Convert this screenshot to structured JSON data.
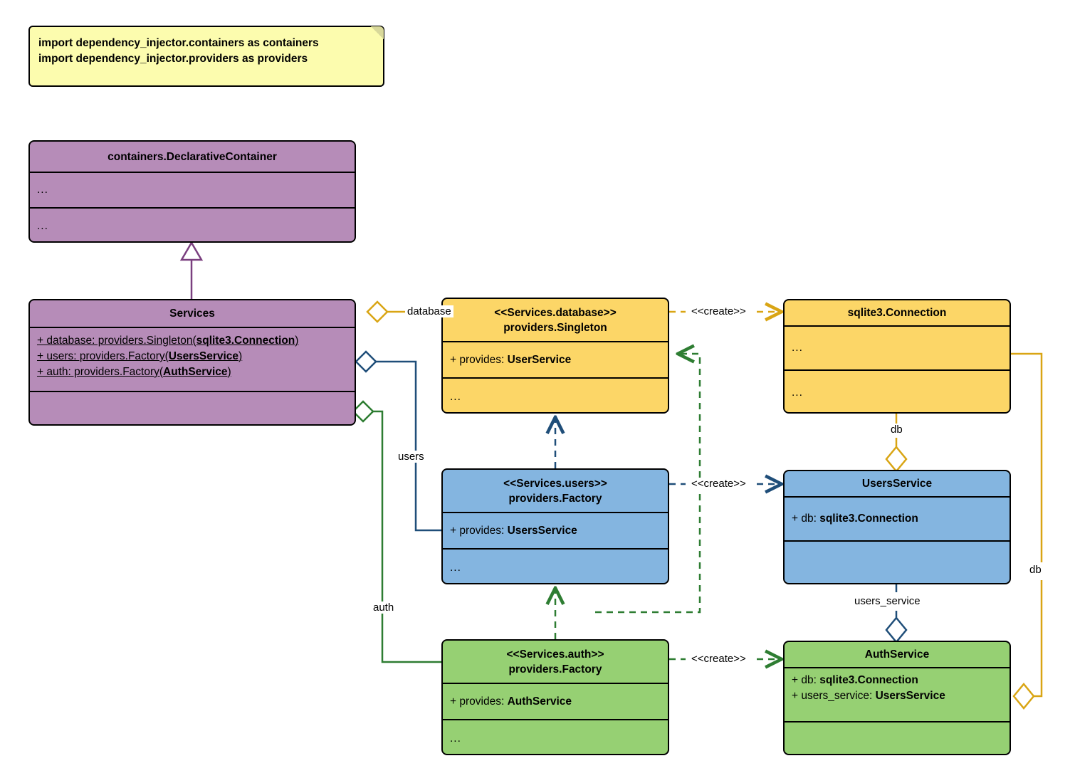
{
  "diagram": {
    "kind": "uml-class-diagram",
    "title": "dependency_injector Services container",
    "colors": {
      "note_fill": "#fcfcae",
      "container_fill": "#b68cb8",
      "container_stroke": "#7a3f7f",
      "database_fill": "#fcd667",
      "database_stroke": "#d9a514",
      "users_fill": "#84b5e0",
      "users_stroke": "#1f4e79",
      "auth_fill": "#96d073",
      "auth_stroke": "#2e7d32",
      "border": "#000000"
    }
  },
  "note": {
    "name": "imports-note",
    "lines": [
      "import dependency_injector.containers as containers",
      "import dependency_injector.providers as providers"
    ],
    "text": "import dependency_injector.containers as containers\nimport dependency_injector.providers as providers"
  },
  "classes": {
    "declarative_container": {
      "title": "containers.DeclarativeContainer",
      "attributes": "...",
      "methods": "..."
    },
    "services": {
      "title": "Services",
      "attributes": [
        {
          "prefix": "+ database: providers.Singleton(",
          "type": "sqlite3.Connection",
          "suffix": ")"
        },
        {
          "prefix": "+ users: providers.Factory(",
          "type": "UsersService",
          "suffix": ")"
        },
        {
          "prefix": "+ auth: providers.Factory(",
          "type": "AuthService",
          "suffix": ")"
        }
      ],
      "methods": ""
    },
    "database_provider": {
      "stereotype": "<<Services.database>>",
      "title": "providers.Singleton",
      "attribute": "+ provides: ",
      "attribute_type": "UserService",
      "methods": "..."
    },
    "users_provider": {
      "stereotype": "<<Services.users>>",
      "title": "providers.Factory",
      "attribute": "+ provides: ",
      "attribute_type": "UsersService",
      "methods": "..."
    },
    "auth_provider": {
      "stereotype": "<<Services.auth>>",
      "title": "providers.Factory",
      "attribute": "+ provides: ",
      "attribute_type": "AuthService",
      "methods": "..."
    },
    "sqlite_connection": {
      "title": "sqlite3.Connection",
      "attributes": "...",
      "methods": "..."
    },
    "users_service": {
      "title": "UsersService",
      "attributes": [
        {
          "prefix": "+ db: ",
          "type": "sqlite3.Connection"
        }
      ],
      "methods": ""
    },
    "auth_service": {
      "title": "AuthService",
      "attributes": [
        {
          "prefix": "+ db: ",
          "type": "sqlite3.Connection"
        },
        {
          "prefix": "+ users_service: ",
          "type": "UsersService"
        }
      ],
      "methods": ""
    }
  },
  "relations": [
    {
      "id": "generalization",
      "from": "Services",
      "to": "containers.DeclarativeContainer",
      "type": "generalization",
      "label": "",
      "color": "#7a3f7f"
    },
    {
      "id": "services-database",
      "from": "Services",
      "to": "<<Services.database>>",
      "type": "aggregation",
      "label": "database",
      "color": "#d9a514"
    },
    {
      "id": "services-users",
      "from": "Services",
      "to": "<<Services.users>>",
      "type": "aggregation",
      "label": "users",
      "color": "#1f4e79"
    },
    {
      "id": "services-auth",
      "from": "Services",
      "to": "<<Services.auth>>",
      "type": "aggregation",
      "label": "auth",
      "color": "#2e7d32"
    },
    {
      "id": "database-creates-connection",
      "from": "<<Services.database>>",
      "to": "sqlite3.Connection",
      "type": "dependency",
      "label": "<<create>>",
      "color": "#d9a514"
    },
    {
      "id": "users-creates-usersservice",
      "from": "<<Services.users>>",
      "to": "UsersService",
      "type": "dependency",
      "label": "<<create>>",
      "color": "#1f4e79"
    },
    {
      "id": "auth-creates-authservice",
      "from": "<<Services.auth>>",
      "to": "AuthService",
      "type": "dependency",
      "label": "<<create>>",
      "color": "#2e7d32"
    },
    {
      "id": "users-uses-database",
      "from": "<<Services.users>>",
      "to": "<<Services.database>>",
      "type": "dependency",
      "label": "",
      "color": "#1f4e79"
    },
    {
      "id": "auth-uses-users",
      "from": "<<Services.auth>>",
      "to": "<<Services.users>>",
      "type": "dependency",
      "label": "",
      "color": "#2e7d32"
    },
    {
      "id": "auth-uses-database",
      "from": "<<Services.auth>>",
      "to": "<<Services.database>>",
      "type": "dependency",
      "label": "",
      "color": "#2e7d32"
    },
    {
      "id": "connection-db-usersservice",
      "from": "sqlite3.Connection",
      "to": "UsersService",
      "type": "aggregation",
      "label": "db",
      "color": "#d9a514"
    },
    {
      "id": "connection-db-authservice",
      "from": "sqlite3.Connection",
      "to": "AuthService",
      "type": "aggregation",
      "label": "db",
      "color": "#d9a514"
    },
    {
      "id": "usersservice-authservice",
      "from": "UsersService",
      "to": "AuthService",
      "type": "aggregation",
      "label": "users_service",
      "color": "#1f4e79"
    }
  ],
  "edge_labels": {
    "database": "database",
    "users": "users",
    "auth": "auth",
    "create_1": "<<create>>",
    "create_2": "<<create>>",
    "create_3": "<<create>>",
    "db_1": "db",
    "db_2": "db",
    "users_service": "users_service"
  }
}
